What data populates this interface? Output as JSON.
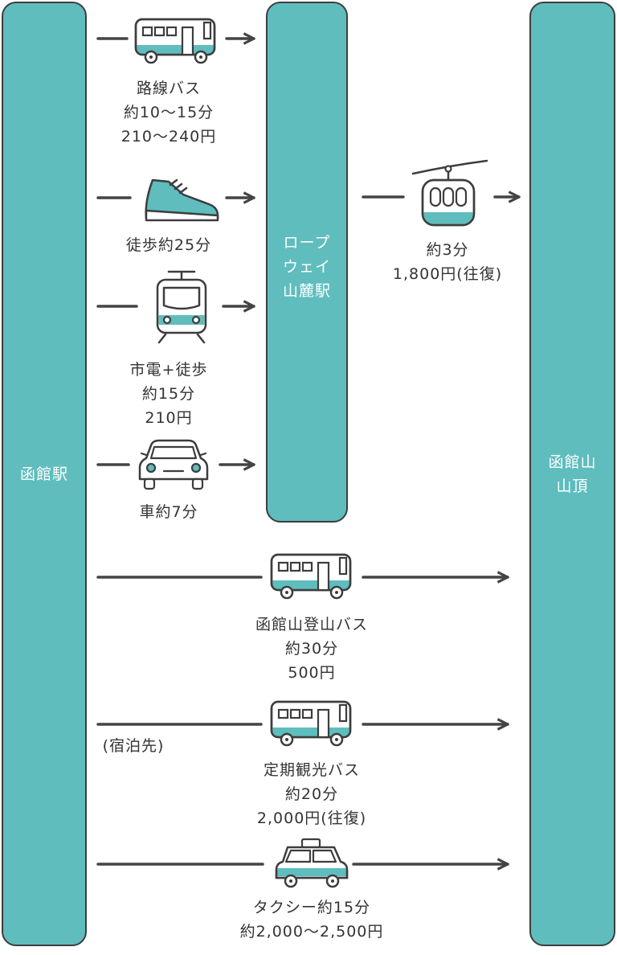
{
  "stations": {
    "hakodate_station": [
      "函館駅"
    ],
    "ropeway_station": [
      "ロープ",
      "ウェイ",
      "山麓駅"
    ],
    "summit": [
      "函館山",
      "山頂"
    ]
  },
  "routes": {
    "route_bus": [
      "路線バス",
      "約10〜15分",
      "210〜240円"
    ],
    "walk": [
      "徒歩約25分"
    ],
    "tram": [
      "市電+徒歩",
      "約15分",
      "210円"
    ],
    "car": [
      "車約7分"
    ],
    "ropeway": [
      "約3分",
      "1,800円(往復)"
    ],
    "tozan_bus": [
      "函館山登山バス",
      "約30分",
      "500円"
    ],
    "tour_bus_origin": "(宿泊先)",
    "tour_bus": [
      "定期観光バス",
      "約20分",
      "2,000円(往復)"
    ],
    "taxi": [
      "タクシー約15分",
      "約2,000〜2,500円"
    ]
  },
  "colors": {
    "teal": "#5fbdbe",
    "outline": "#3d3d3d",
    "arrow": "#444444"
  }
}
